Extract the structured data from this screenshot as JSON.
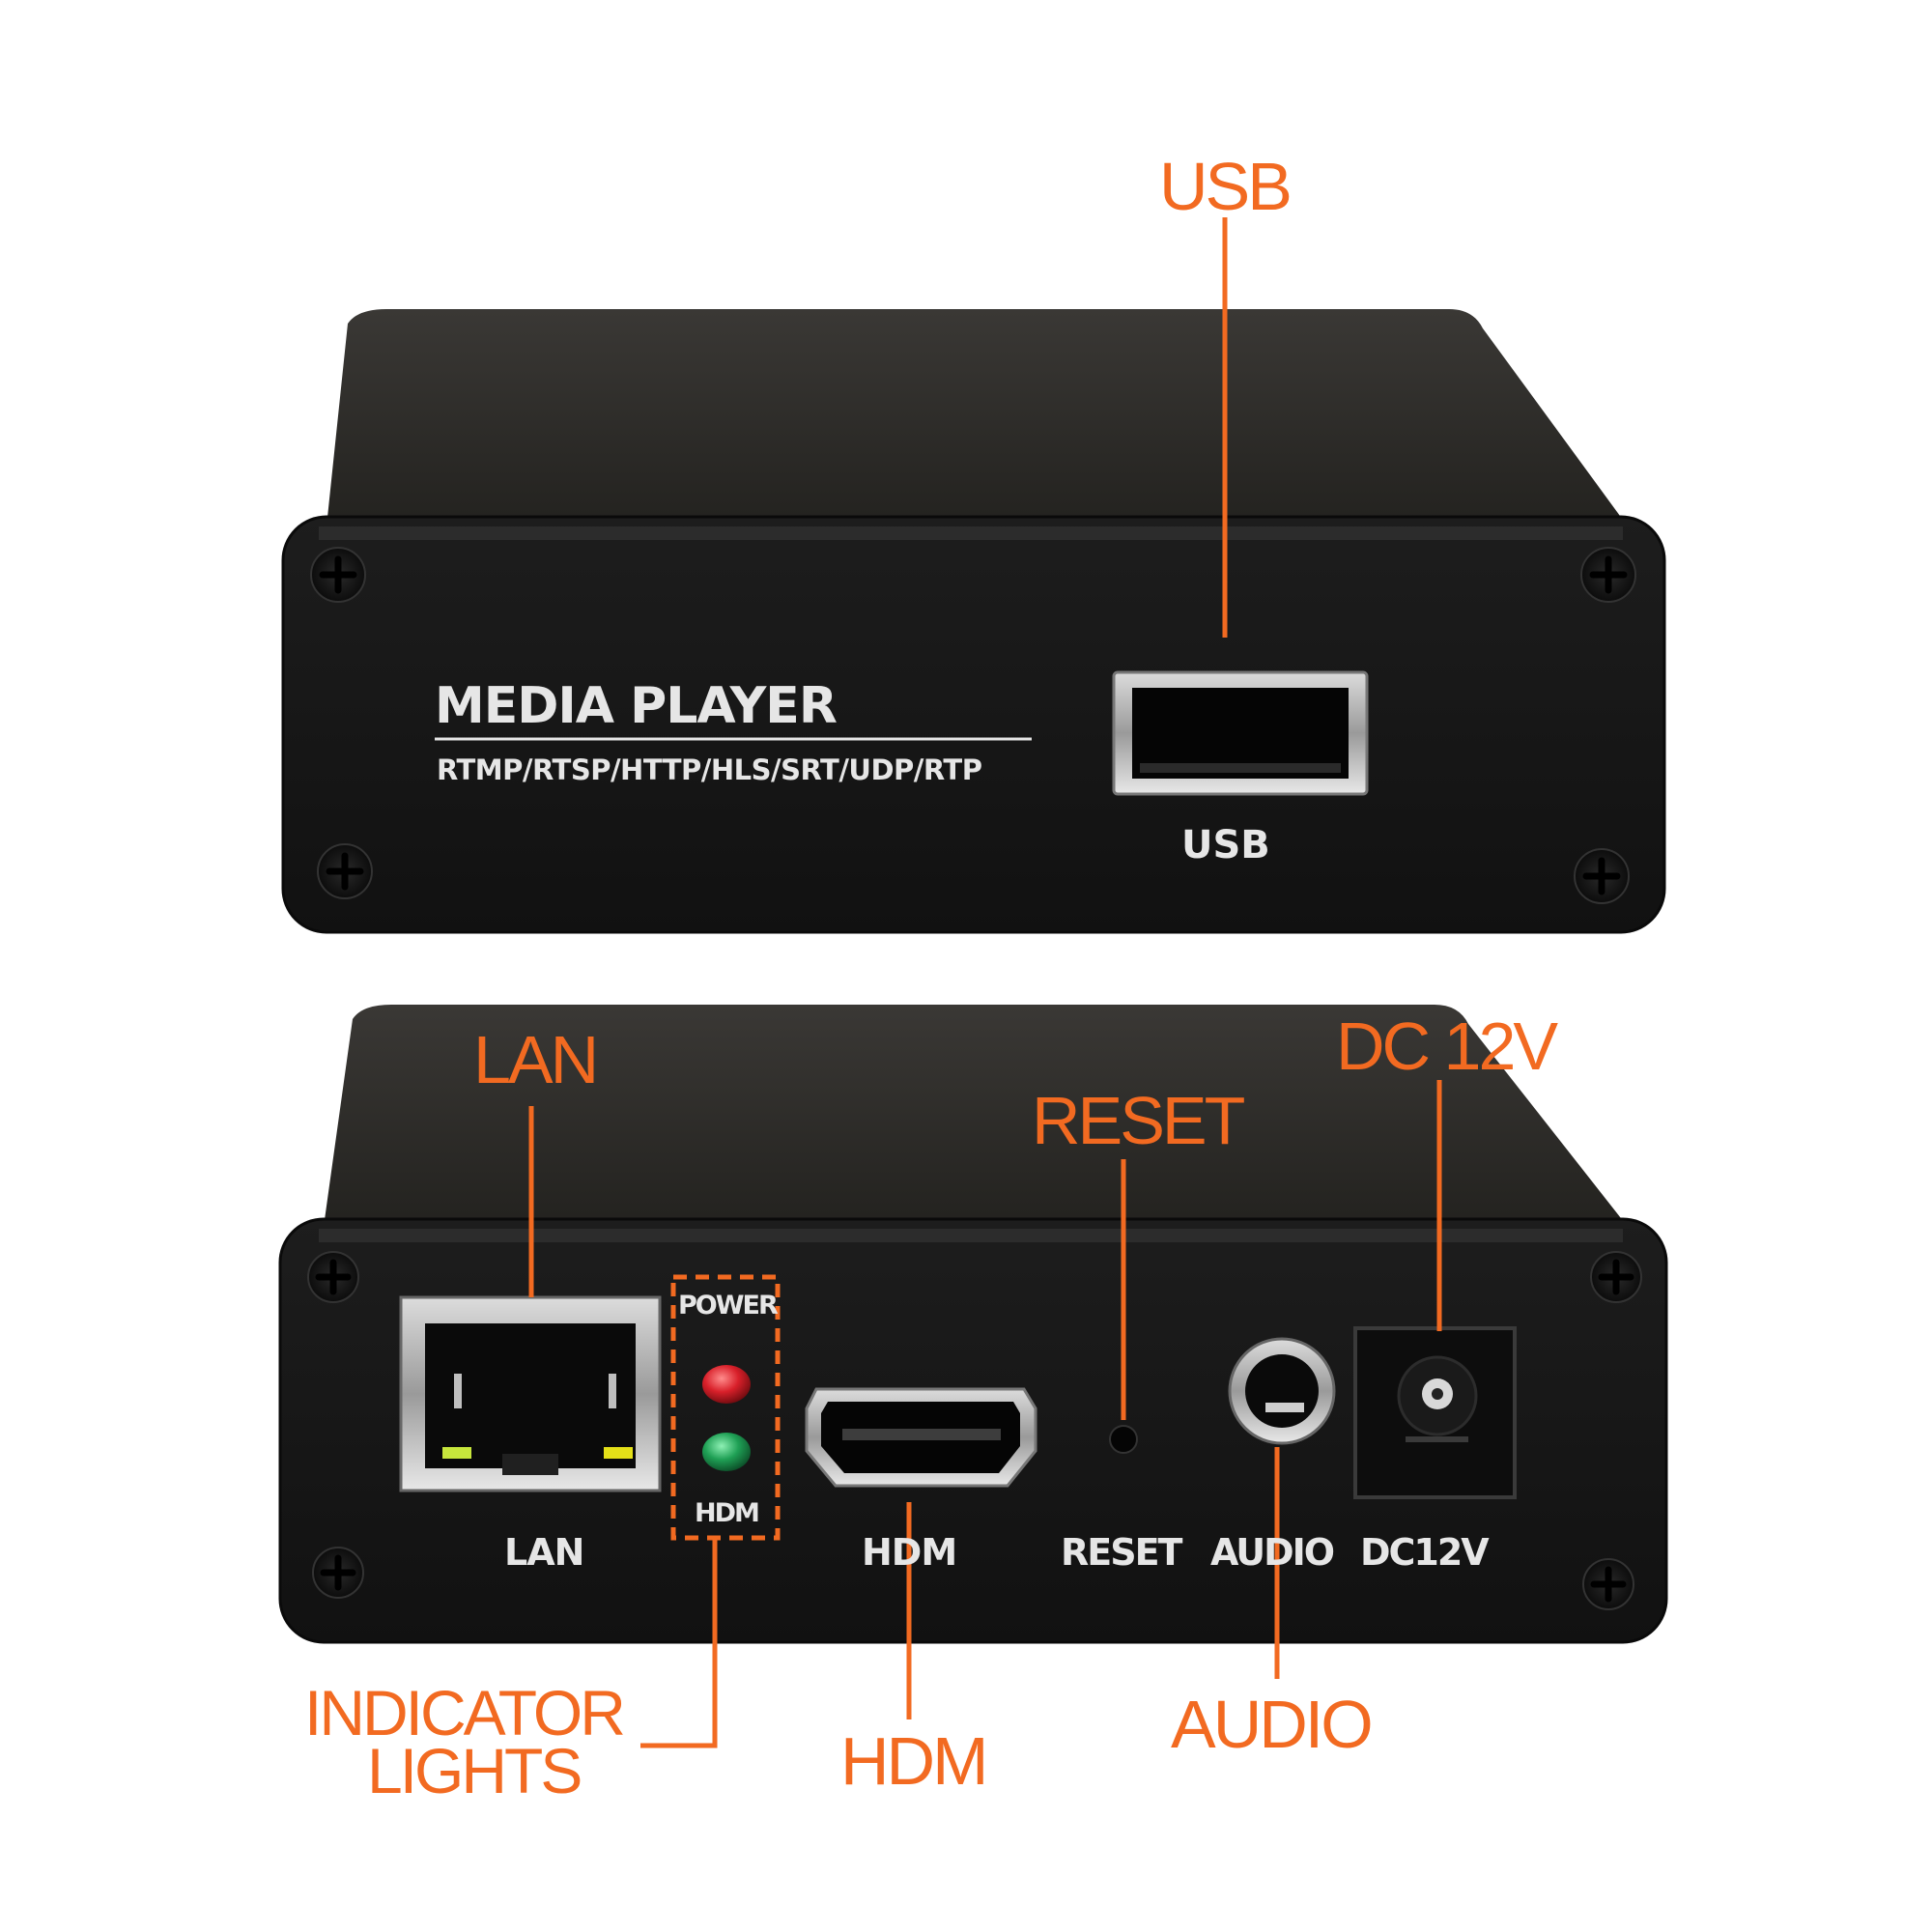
{
  "colors": {
    "accent": "#f26a21",
    "silkscreen": "#e6e6e6",
    "case_body": "#1a1a1a",
    "case_top": "#2e2d2b",
    "led_power": "#d9202a",
    "led_hdmi": "#1fa055"
  },
  "front_panel": {
    "brand": "MEDIA PLAYER",
    "protocols": "RTMP/RTSP/HTTP/HLS/SRT/UDP/RTP",
    "usb_label": "USB"
  },
  "back_panel": {
    "power_label": "POWER",
    "hdm_led_label": "HDM",
    "lan_label": "LAN",
    "hdmi_label": "HDM",
    "reset_label": "RESET",
    "audio_label": "AUDIO",
    "dc_label": "DC12V"
  },
  "callouts": {
    "usb": "USB",
    "lan": "LAN",
    "reset": "RESET",
    "dc": "DC 12V",
    "indicator_line1": "INDICATOR",
    "indicator_line2": "LIGHTS",
    "hdm": "HDM",
    "audio": "AUDIO"
  },
  "icons": [
    "screw-icon",
    "usb-port-icon",
    "ethernet-port-icon",
    "hdmi-port-icon",
    "audio-jack-icon",
    "dc-jack-icon",
    "led-icon"
  ]
}
